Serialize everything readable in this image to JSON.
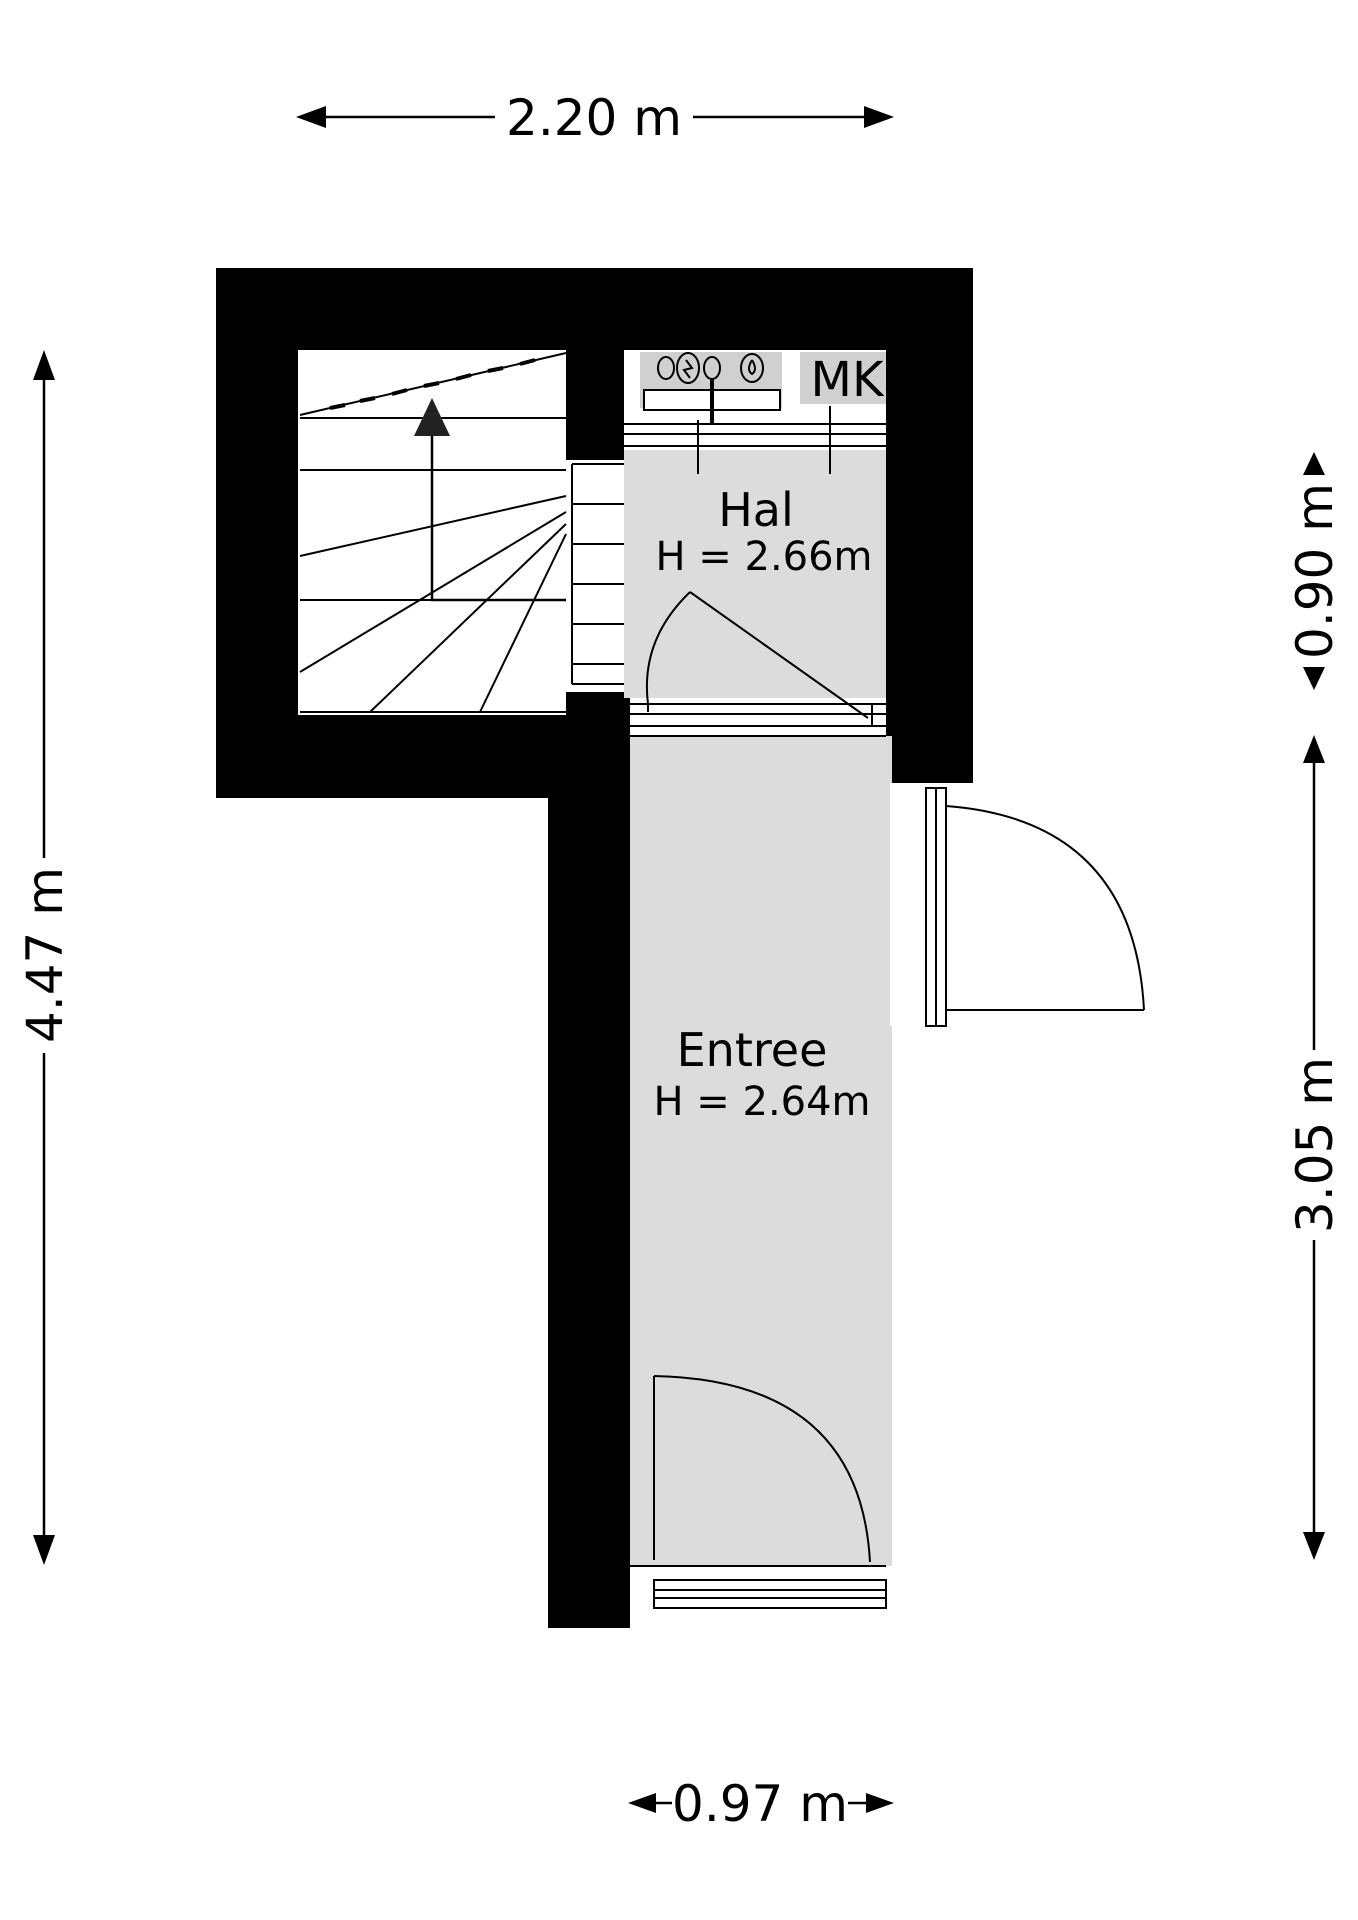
{
  "dimensions": {
    "top_width": "2.20 m",
    "left_height": "4.47 m",
    "right_upper": "0.90 m",
    "right_lower": "3.05 m",
    "bottom_width": "0.97 m"
  },
  "rooms": {
    "hal": {
      "name": "Hal",
      "height": "H = 2.66m"
    },
    "entree": {
      "name": "Entree",
      "height": "H = 2.64m"
    }
  },
  "labels": {
    "meter_cupboard": "MK"
  },
  "colors": {
    "wall": "#000000",
    "floor": "#dcdcdc",
    "background": "#ffffff"
  }
}
